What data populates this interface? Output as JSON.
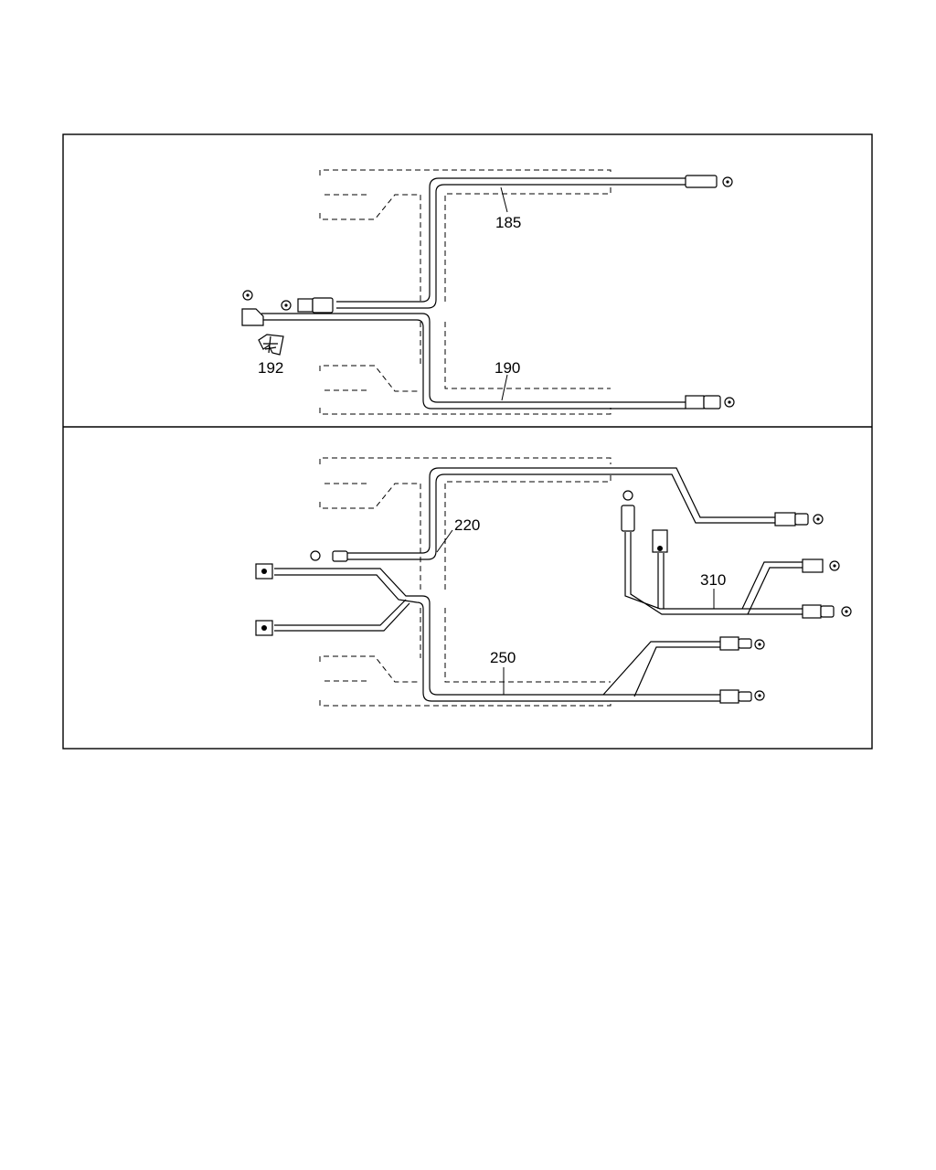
{
  "panels": [
    {
      "name": "upper-panel",
      "callouts": [
        {
          "id": "185",
          "label": "185"
        },
        {
          "id": "190",
          "label": "190"
        },
        {
          "id": "192",
          "label": "192"
        }
      ]
    },
    {
      "name": "lower-panel",
      "callouts": [
        {
          "id": "220",
          "label": "220"
        },
        {
          "id": "250",
          "label": "250"
        },
        {
          "id": "310",
          "label": "310"
        }
      ]
    }
  ]
}
